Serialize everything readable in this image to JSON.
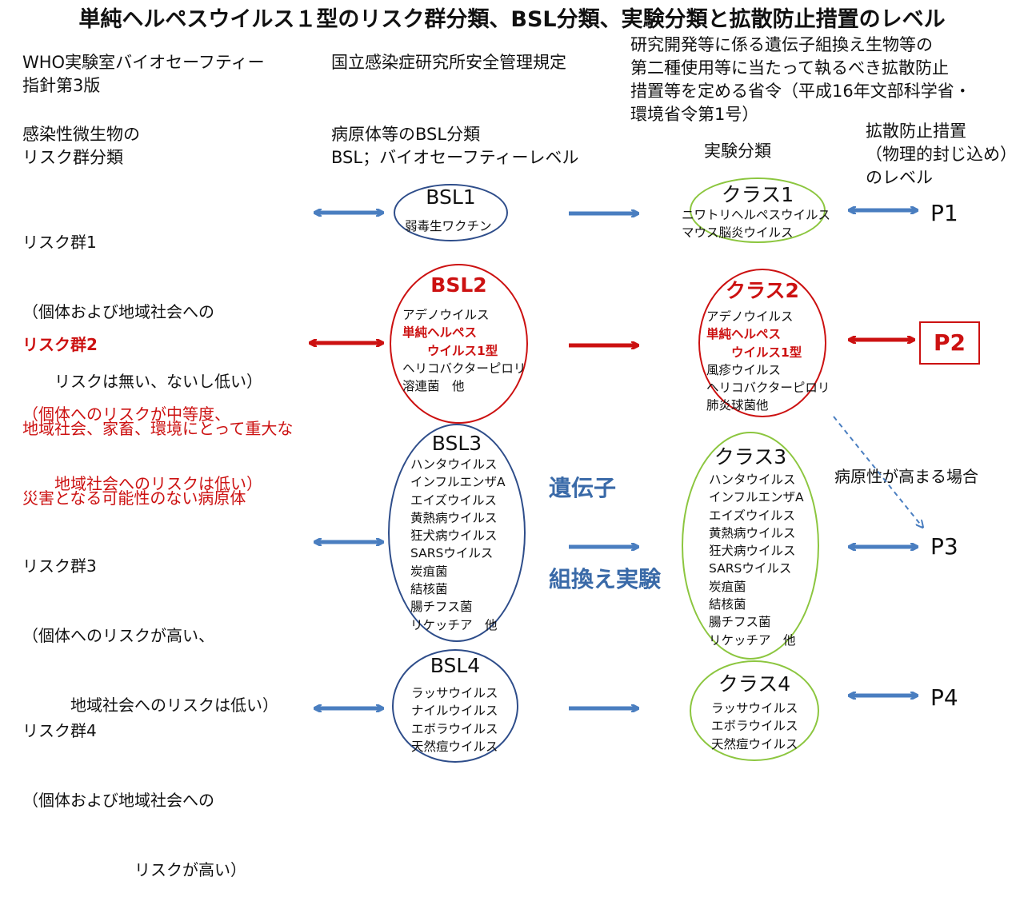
{
  "title": "単純ヘルペスウイルス１型のリスク群分類、BSL分類、実験分類と拡散防止措置のレベル",
  "headers": {
    "who": [
      "WHO実験室バイオセーフティー",
      "指針第3版"
    ],
    "niid": "国立感染症研究所安全管理規定",
    "ordinance": [
      "研究開発等に係る遺伝子組換え生物等の",
      "第二種使用等に当たって執るべき拡散防止",
      "措置等を定める省令（平成16年文部科学省・",
      "環境省令第1号）"
    ],
    "risk_group_col": [
      "感染性微生物の",
      "リスク群分類"
    ],
    "bsl_col": [
      "病原体等のBSL分類",
      "BSL；バイオセーフティーレベル"
    ],
    "class_col": "実験分類",
    "p_col": [
      "拡散防止措置",
      "（物理的封じ込め）",
      "のレベル"
    ]
  },
  "risk_groups": [
    {
      "lines": [
        "リスク群1",
        "（個体および地域社会への",
        "　　リスクは無い、ないし低い）"
      ]
    },
    {
      "lines": [
        "リスク群2",
        "（個体へのリスクが中等度、",
        "　　地域社会へのリスクは低い）"
      ],
      "note": [
        "地域社会、家畜、環境にとって重大な",
        "災害となる可能性のない病原体"
      ]
    },
    {
      "lines": [
        "リスク群3",
        "（個体へのリスクが高い、",
        "　　　地域社会へのリスクは低い）"
      ]
    },
    {
      "lines": [
        "リスク群4",
        "（個体および地域社会への",
        "　　　　　　　リスクが高い）"
      ]
    }
  ],
  "bsl": [
    {
      "label": "BSL1",
      "items": [
        "弱毒生ワクチン"
      ]
    },
    {
      "label": "BSL2",
      "items": [
        "アデノウイルス",
        "単純ヘルペス",
        "　　ウイルス1型",
        "ヘリコバクターピロリ",
        "溶連菌　他"
      ]
    },
    {
      "label": "BSL3",
      "items": [
        "ハンタウイルス",
        "インフルエンザA",
        "エイズウイルス",
        "黄熱病ウイルス",
        "狂犬病ウイルス",
        "SARSウイルス",
        "炭疽菌",
        "結核菌",
        "腸チフス菌",
        "リケッチア　他"
      ]
    },
    {
      "label": "BSL4",
      "items": [
        "ラッサウイルス",
        "ナイルウイルス",
        "エボラウイルス",
        "天然痘ウイルス"
      ]
    }
  ],
  "classes": [
    {
      "label": "クラス1",
      "items": [
        "ニワトリヘルペスウイルス",
        "マウス脳炎ウイルス"
      ]
    },
    {
      "label": "クラス2",
      "items": [
        "アデノウイルス",
        "単純ヘルペス",
        "　　ウイルス1型",
        "風疹ウイルス",
        "ヘリコバクターピロリ",
        "肺炎球菌他"
      ]
    },
    {
      "label": "クラス3",
      "items": [
        "ハンタウイルス",
        "インフルエンザA",
        "エイズウイルス",
        "黄熱病ウイルス",
        "狂犬病ウイルス",
        "SARSウイルス",
        "炭疽菌",
        "結核菌",
        "腸チフス菌",
        "リケッチア　他"
      ]
    },
    {
      "label": "クラス4",
      "items": [
        "ラッサウイルス",
        "エボラウイルス",
        "天然痘ウイルス"
      ]
    }
  ],
  "p_levels": [
    "P1",
    "P2",
    "P3",
    "P4"
  ],
  "center_label": [
    "遺伝子",
    "組換え実験"
  ],
  "pathogenicity_note": "病原性が高まる場合",
  "colors": {
    "blue_arrow": "#4a7ec0",
    "red": "#cc1111",
    "blue_oval": "#2e4d8a",
    "green_oval": "#8cc63f",
    "center_text": "#3a6aa8"
  }
}
